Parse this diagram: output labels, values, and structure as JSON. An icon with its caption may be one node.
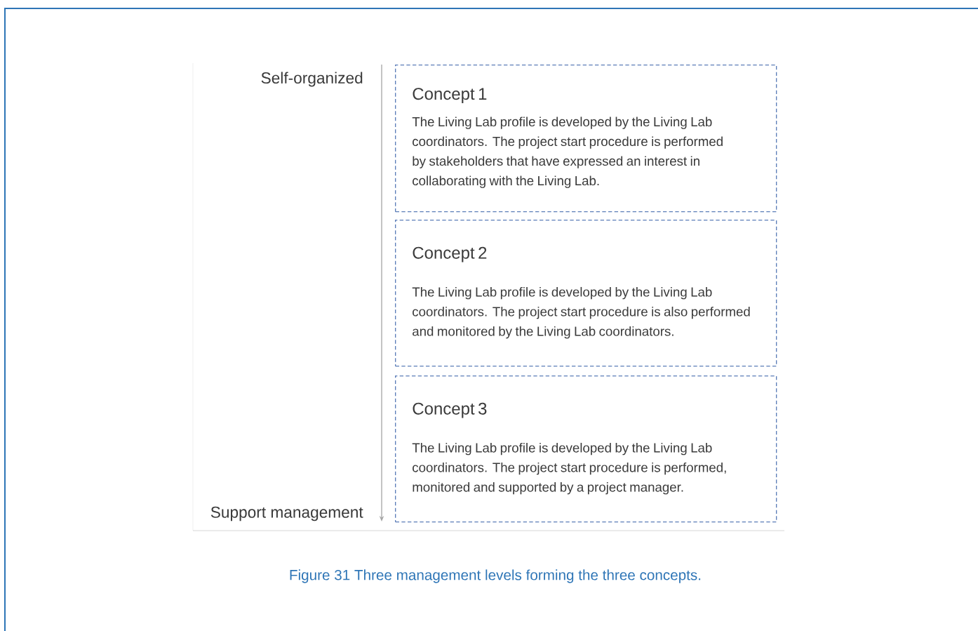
{
  "diagram": {
    "caption": "Figure 31 Three management levels forming the three concepts.",
    "nodes": [
      {
        "text": [
          "Concept 1",
          "The Living Lab profile is developed by the Living Lab coordinators. The project start procedure is performed by stakeholders that have expressed an interest in collaborating with the Living Lab."
        ]
      },
      {
        "text": [
          "Concept 2",
          "The Living Lab profile is developed by the Living Lab coordinators. The project start procedure is also performed and monitored by the Living Lab coordinators."
        ]
      },
      {
        "text": [
          "Concept 3",
          "The Living Lab profile is developed by the Living Lab coordinators. The project start procedure is performed, monitored and supported by a project manager."
        ]
      }
    ],
    "labels": [
      "Self-organized",
      "Support management"
    ]
  }
}
